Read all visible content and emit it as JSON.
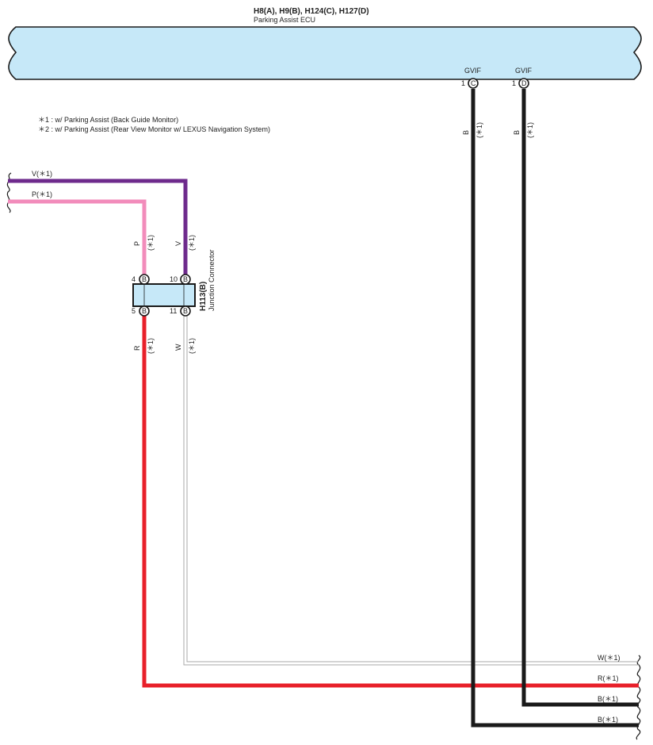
{
  "ecu": {
    "connectors": "H8(A), H9(B), H124(C), H127(D)",
    "name": "Parking Assist ECU",
    "terminals": [
      {
        "signal": "GVIF",
        "pin": "1",
        "letter": "C"
      },
      {
        "signal": "GVIF",
        "pin": "1",
        "letter": "D"
      }
    ]
  },
  "notes": [
    "＊1 : w/ Parking Assist (Back Guide Monitor)",
    "＊2 : w/ Parking Assist (Rear View Monitor w/ LEXUS Navigation System)"
  ],
  "junction": {
    "code": "H113(B)",
    "name": "Junction Connector",
    "pins": {
      "top_left": {
        "num": "4",
        "letter": "B"
      },
      "top_right": {
        "num": "10",
        "letter": "B"
      },
      "bottom_left": {
        "num": "5",
        "letter": "B"
      },
      "bottom_right": {
        "num": "11",
        "letter": "B"
      }
    }
  },
  "wire_labels": {
    "v_in": "V(＊1)",
    "p_in": "P(＊1)",
    "w_out": "W(＊1)",
    "r_out": "R(＊1)",
    "b_out_1": "B(＊1)",
    "b_out_2": "B(＊1)",
    "p_vertical": "P",
    "v_vertical": "V",
    "r_vertical": "R",
    "w_vertical": "W",
    "b_vertical_c": "B",
    "b_vertical_d": "B",
    "note_ref": "(＊1)"
  },
  "colors": {
    "ecu_fill": "#c6e8f8",
    "junction_fill": "#c6e8f8",
    "violet": "#6e2a8c",
    "pink": "#f28cbb",
    "red": "#e8202a",
    "white_wire": "#a9a9a9",
    "black": "#1a1a1a"
  }
}
